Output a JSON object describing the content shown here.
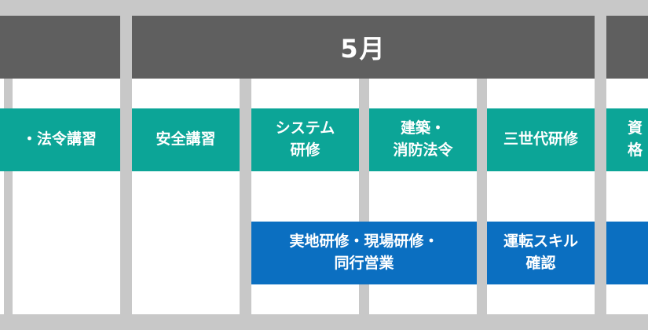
{
  "months": {
    "may": "5月"
  },
  "colors": {
    "month_header": "#5f5f5f",
    "training_teal": "#0ca597",
    "field_blue": "#0b6fc1",
    "grid_gray": "#c8c8c8"
  },
  "tasks": {
    "law_training": "・法令講習",
    "safety_training": "安全講習",
    "system_training": "システム\n研修",
    "building_fire_law": "建築・\n消防法令",
    "three_generation": "三世代研修",
    "qualification": "資格",
    "field_training": "実地研修・現場研修・\n同行営業",
    "driving_skill": "運転スキル\n確認",
    "cut_blue": ""
  }
}
